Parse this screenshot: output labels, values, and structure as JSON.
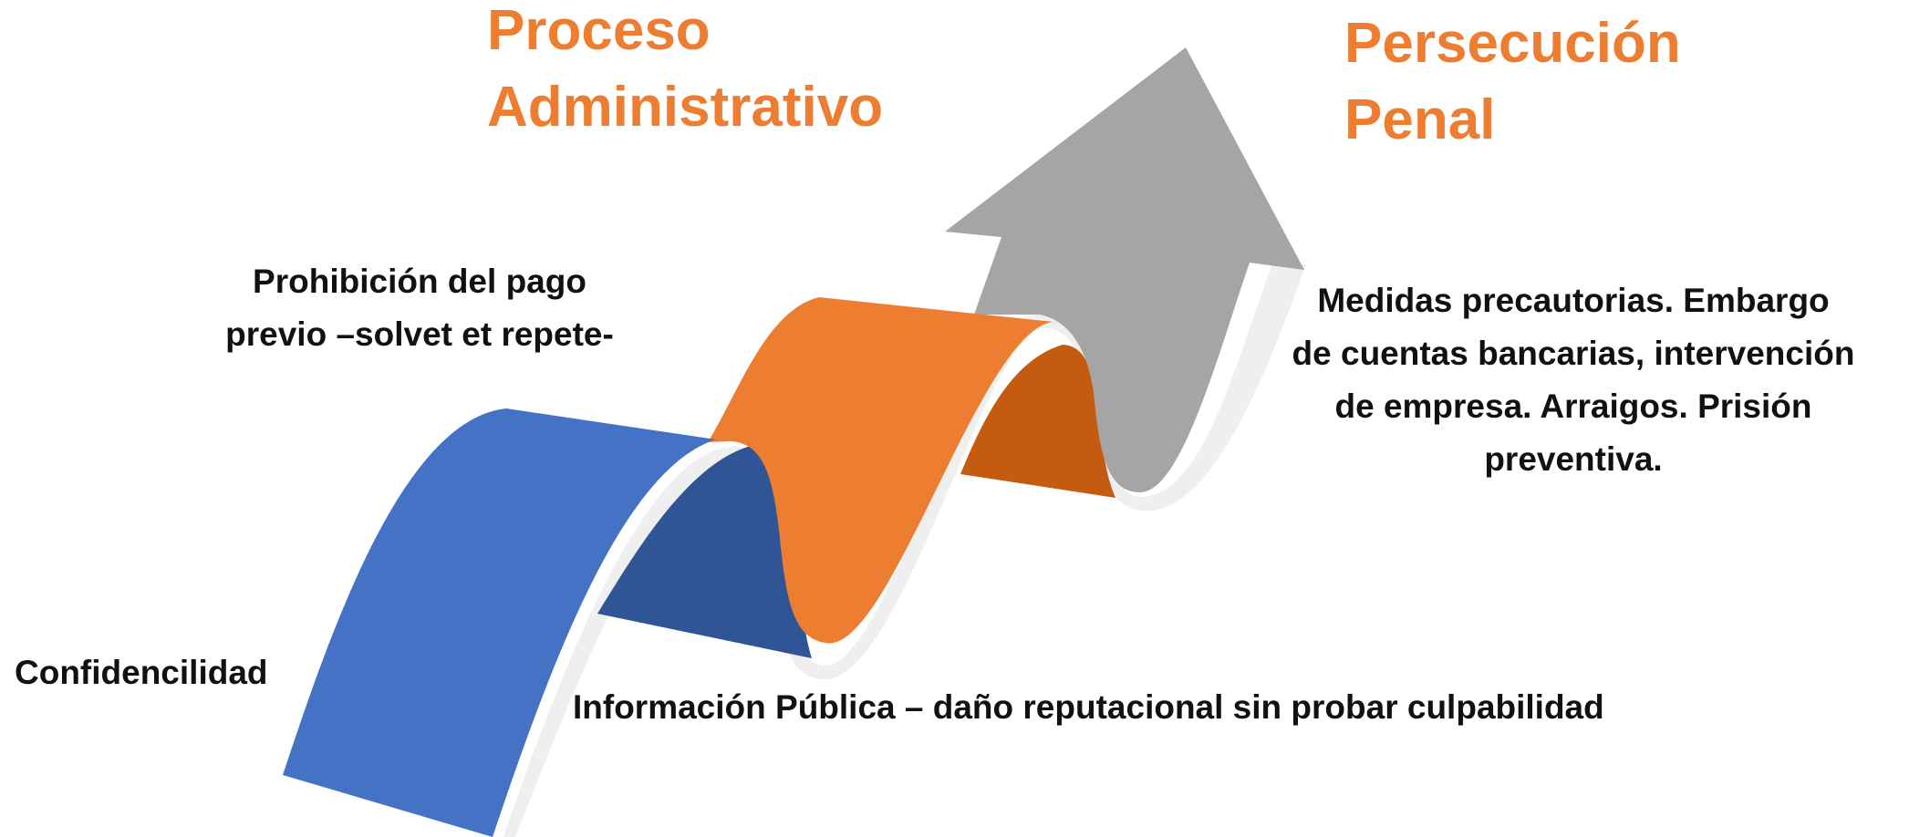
{
  "headings": {
    "left": [
      "Proceso",
      "Administrativo"
    ],
    "right": [
      "Persecución",
      "Penal"
    ]
  },
  "labels": {
    "confidencialidad": "Confidencilidad",
    "prohibicion": [
      "Prohibición del pago",
      "previo –solvet et repete-"
    ],
    "informacion": "Información Pública – daño reputacional sin probar culpabilidad",
    "medidas": [
      "Medidas precautorias.  Embargo",
      "de cuentas bancarias, intervención",
      "de empresa.  Arraigos.  Prisión",
      "preventiva."
    ]
  },
  "colors": {
    "heading": "#ED7D31",
    "blue": "#4472C4",
    "blue_dark": "#2F5597",
    "orange": "#ED7D31",
    "orange_dark": "#C55A11",
    "gray": "#A5A5A5",
    "shadow": "#EFEFEF",
    "text": "#111111"
  }
}
